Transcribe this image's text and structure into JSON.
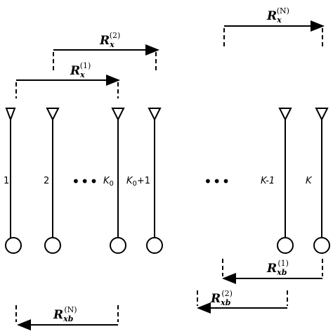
{
  "antennas": [
    {
      "label": "1",
      "sub": ""
    },
    {
      "label": "2",
      "sub": ""
    },
    {
      "label": "K",
      "sub": "0"
    },
    {
      "label": "K",
      "sub": "0",
      "suffix": "+1"
    },
    {
      "label": "K-1",
      "sub": ""
    },
    {
      "label": "K",
      "sub": ""
    }
  ],
  "ellipsis": "•••",
  "spans": {
    "rx1": {
      "base": "R",
      "sub": "x",
      "sup": "(1)"
    },
    "rx2": {
      "base": "R",
      "sub": "x",
      "sup": "(2)"
    },
    "rxN": {
      "base": "R",
      "sub": "x",
      "sup": "(N)"
    },
    "rxb1": {
      "base": "R",
      "sub": "xb",
      "sup": "(1)"
    },
    "rxb2": {
      "base": "R",
      "sub": "xb",
      "sup": "(2)"
    },
    "rxbN": {
      "base": "R",
      "sub": "xb",
      "sup": "(N)"
    }
  }
}
